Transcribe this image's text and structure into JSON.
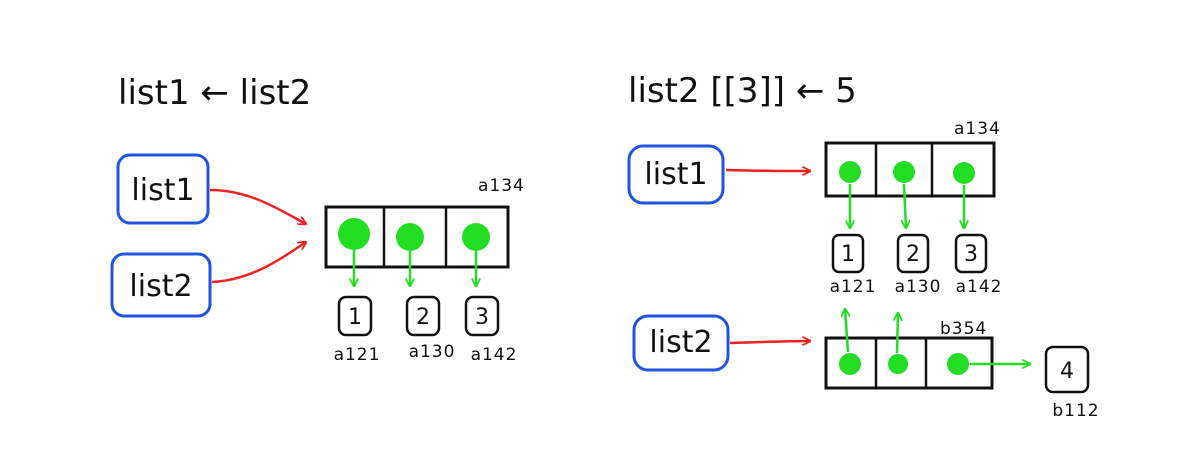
{
  "colors": {
    "pointer_arrow": "#ee2222",
    "variable_box": "#2255dd",
    "reference_dot": "#22dd22",
    "ink": "#111111"
  },
  "left_panel": {
    "title": "list1 ← list2",
    "variables": [
      "list1",
      "list2"
    ],
    "list_address": "a134",
    "elements": [
      {
        "value": "1",
        "address": "a121"
      },
      {
        "value": "2",
        "address": "a130"
      },
      {
        "value": "3",
        "address": "a142"
      }
    ]
  },
  "right_panel": {
    "title": "list2 [[3]] ← 5",
    "variables": [
      "list1",
      "list2"
    ],
    "list1_address": "a134",
    "list1_elements": [
      {
        "value": "1",
        "address": "a121"
      },
      {
        "value": "2",
        "address": "a130"
      },
      {
        "value": "3",
        "address": "a142"
      }
    ],
    "list2_address": "b354",
    "new_element": {
      "value": "4",
      "address": "b112"
    }
  }
}
